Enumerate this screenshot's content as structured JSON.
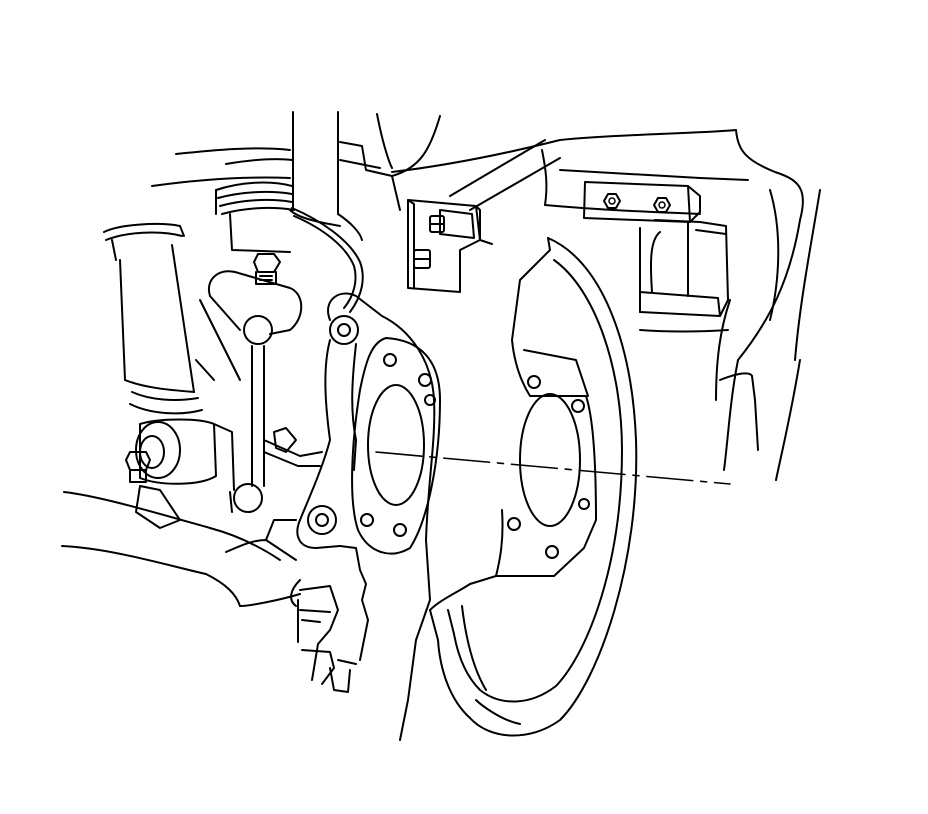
{
  "figure": {
    "line_color": "#000000",
    "background_color": "#ffffff",
    "components": [
      "brake-backing-plate",
      "steering-knuckle",
      "hub-bolt-holes",
      "strut-assembly",
      "stabilizer-link",
      "tie-rod-end",
      "brake-hose-bracket",
      "body-bracket-with-nuts",
      "lower-control-arm",
      "alignment-centerline"
    ]
  }
}
